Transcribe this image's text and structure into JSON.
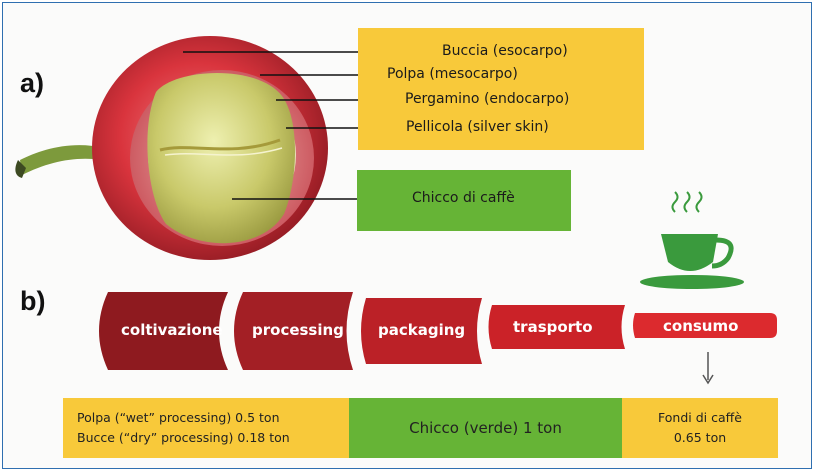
{
  "panels": {
    "a": "a)",
    "b": "b)"
  },
  "anatomy": {
    "labels": [
      "Buccia (esocarpo)",
      "Polpa (mesocarpo)",
      "Pergamino (endocarpo)",
      "Pellicola (silver skin)"
    ],
    "bean_label": "Chicco di caffè"
  },
  "chain": {
    "stages": [
      "coltivazione",
      "processing",
      "packaging",
      "trasporto",
      "consumo"
    ],
    "stage_colors": [
      "#8e1a1f",
      "#a31f25",
      "#bb2127",
      "#cb2228",
      "#dc2a2e"
    ]
  },
  "outputs": {
    "byproducts": [
      "Polpa (“wet” processing) 0.5 ton",
      "Bucce (“dry” processing) 0.18 ton"
    ],
    "green_bean": "Chicco (verde) 1 ton",
    "grounds": [
      "Fondi di caffè",
      "0.65 ton"
    ]
  },
  "colors": {
    "yellow": "#f8c93a",
    "green": "#66b436",
    "cup": "#3a9a3d",
    "cherry": "#d2303a"
  }
}
